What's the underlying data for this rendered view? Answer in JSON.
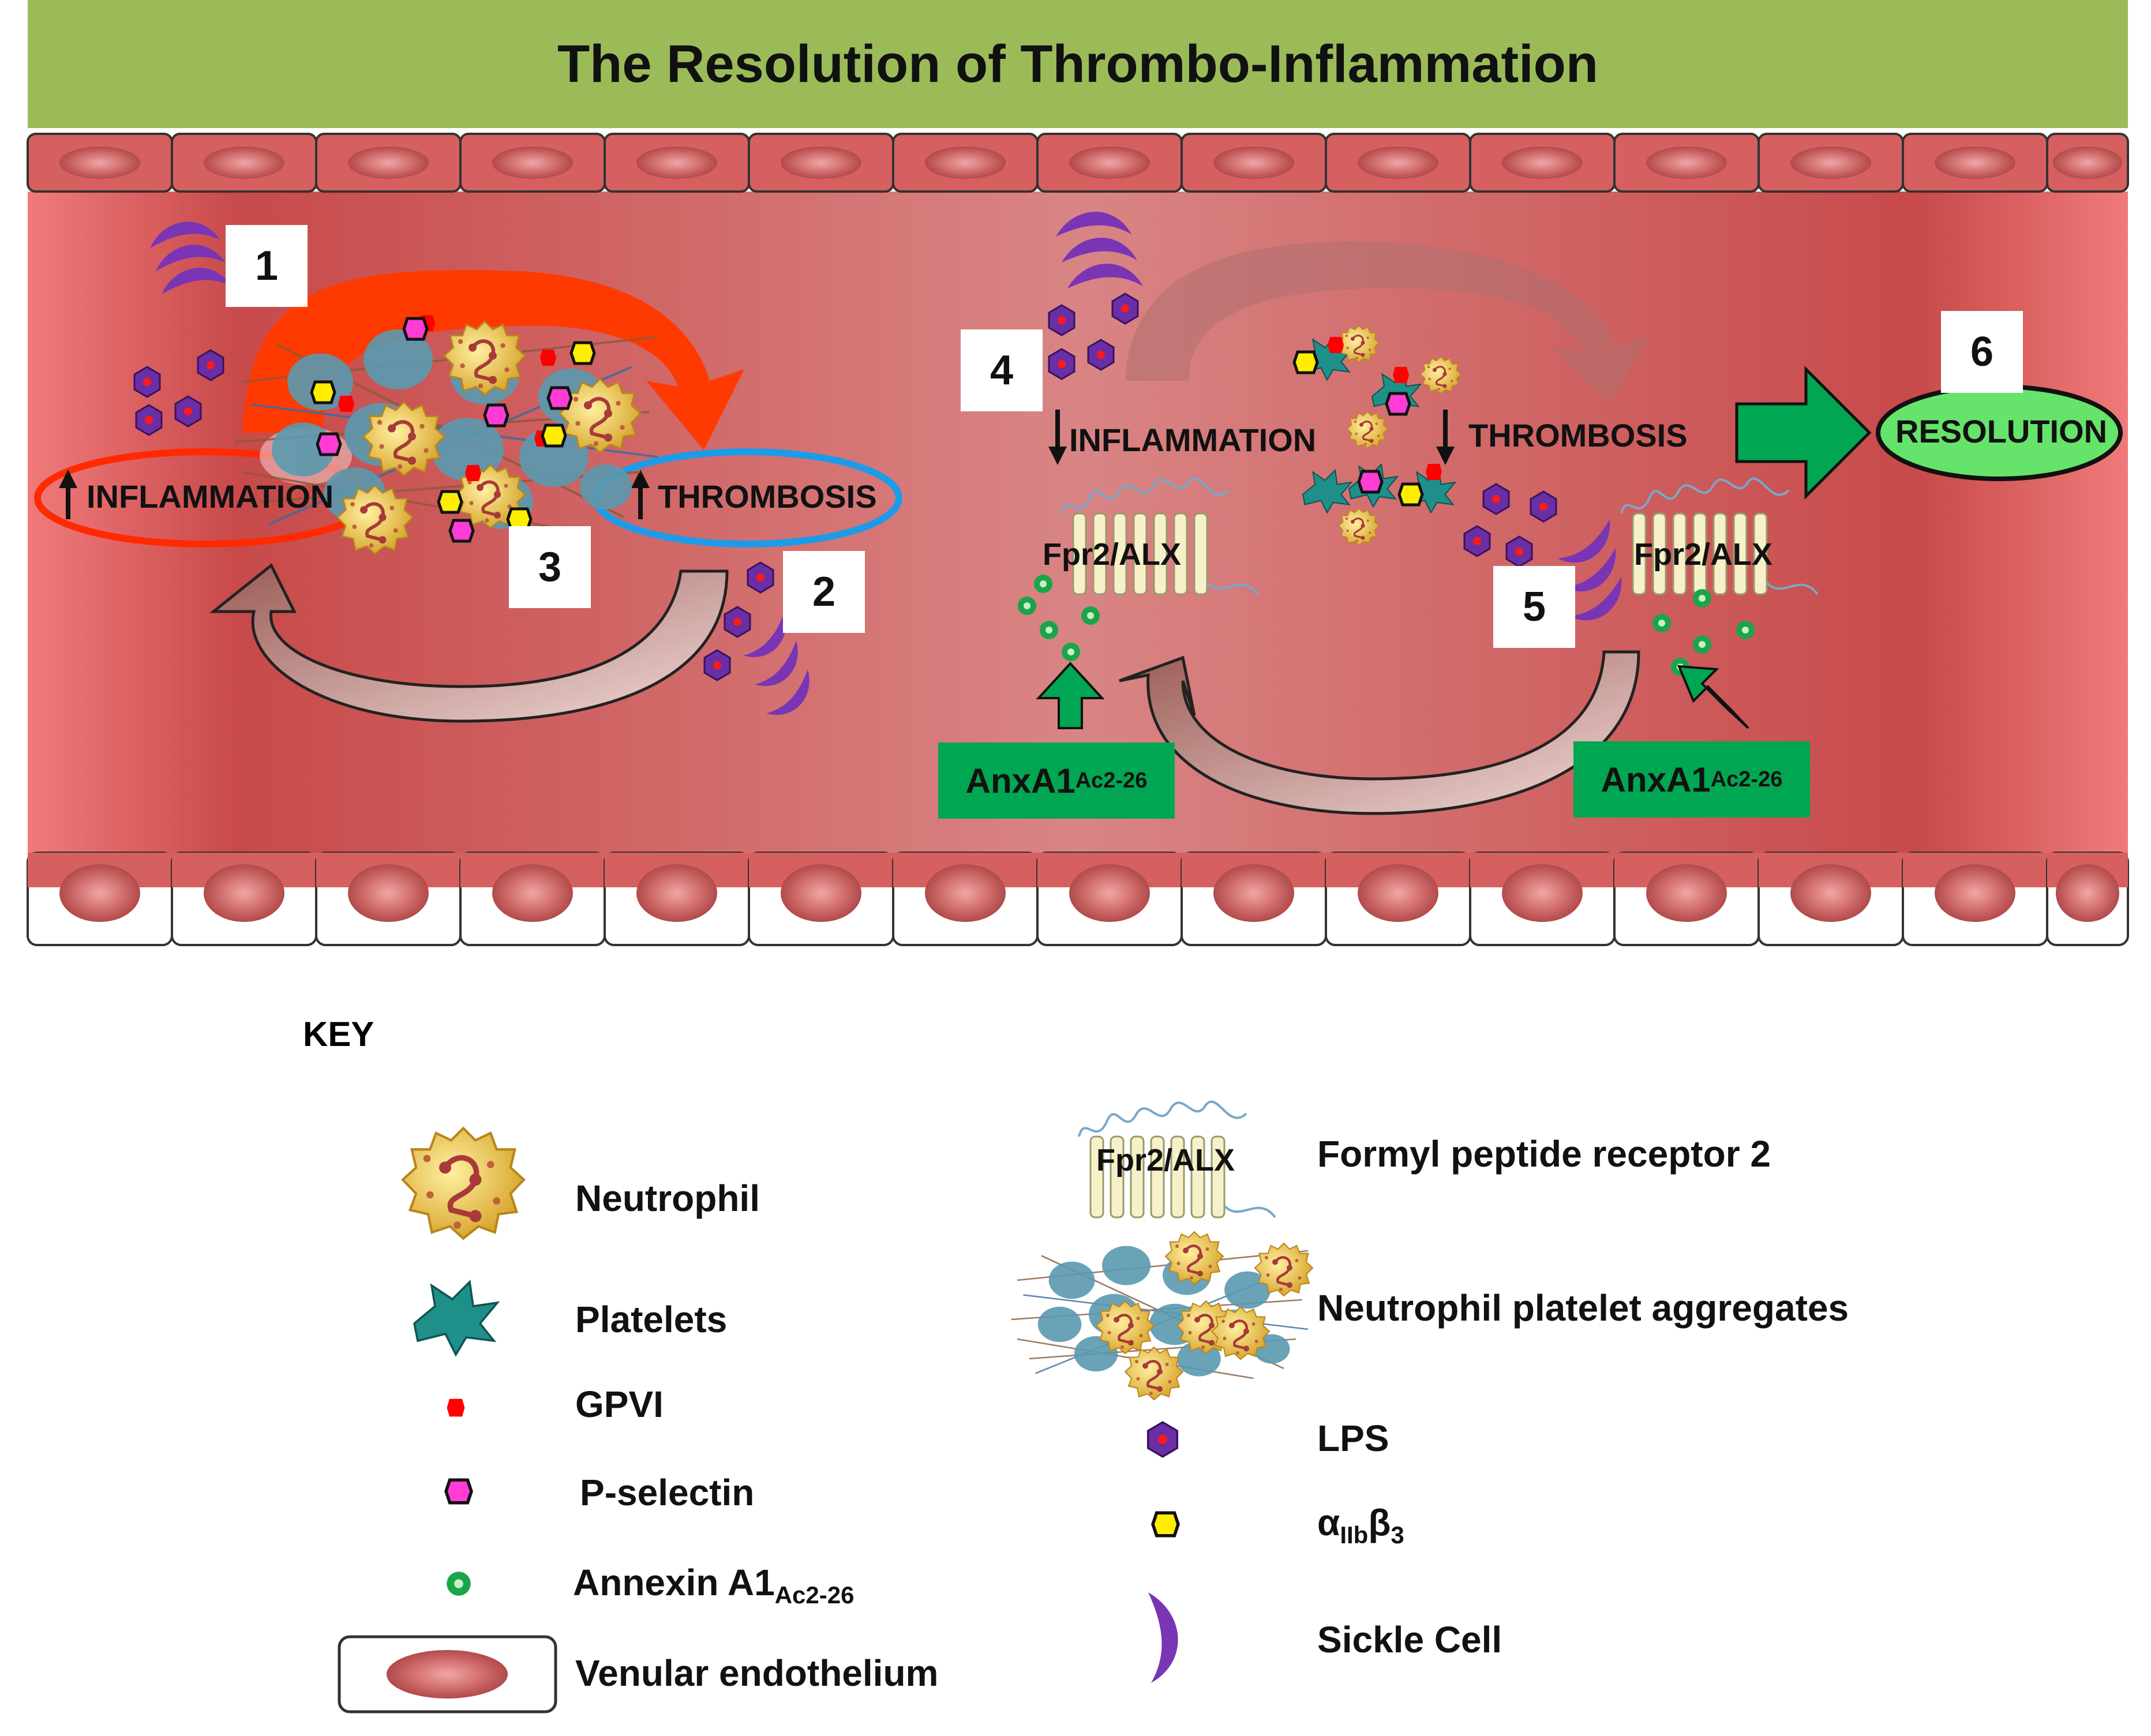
{
  "title": "The Resolution of Thrombo-Inflammation",
  "steps": [
    "1",
    "2",
    "3",
    "4",
    "5",
    "6"
  ],
  "left_panel": {
    "inflammation_label": "INFLAMMATION",
    "thrombosis_label": "THROMBOSIS"
  },
  "right_panel": {
    "inflammation_label": "INFLAMMATION",
    "thrombosis_label": "THROMBOSIS",
    "resolution_label": "RESOLUTION",
    "receptor_label": "Fpr2/ALX",
    "anx_main": "AnxA1",
    "anx_sub": "Ac2-26"
  },
  "key": {
    "title": "KEY",
    "items": {
      "neutrophil": "Neutrophil",
      "platelets": "Platelets",
      "gpvi": "GPVI",
      "p_selectin": "P-selectin",
      "annexin_main": "Annexin A1",
      "annexin_sub": "Ac2-26",
      "endothelium": "Venular endothelium",
      "fpr2_icon_label": "Fpr2/ALX",
      "fpr2": "Formyl peptide receptor 2",
      "aggregates": "Neutrophil platelet aggregates",
      "lps": "LPS",
      "integrin_alpha": "α",
      "integrin_alpha_sub": "IIb",
      "integrin_beta": "β",
      "integrin_beta_sub": "3",
      "sickle": "Sickle Cell"
    }
  },
  "colors": {
    "banner": "#9bbb59",
    "vessel": "#d96b6b",
    "inflammation_oval": "#ff2a00",
    "thrombosis_oval": "#1e9be8",
    "green_arrow": "#00a651",
    "resolution_fill": "#66e36b",
    "lps": "#6a2ea5",
    "gpvi": "#ff0000",
    "p_selectin": "#ff3cd6",
    "integrin": "#ffee00",
    "platelet": "#1f8f8a",
    "neutrophil": "#e8c43a",
    "annexin": "#1aa54a"
  }
}
